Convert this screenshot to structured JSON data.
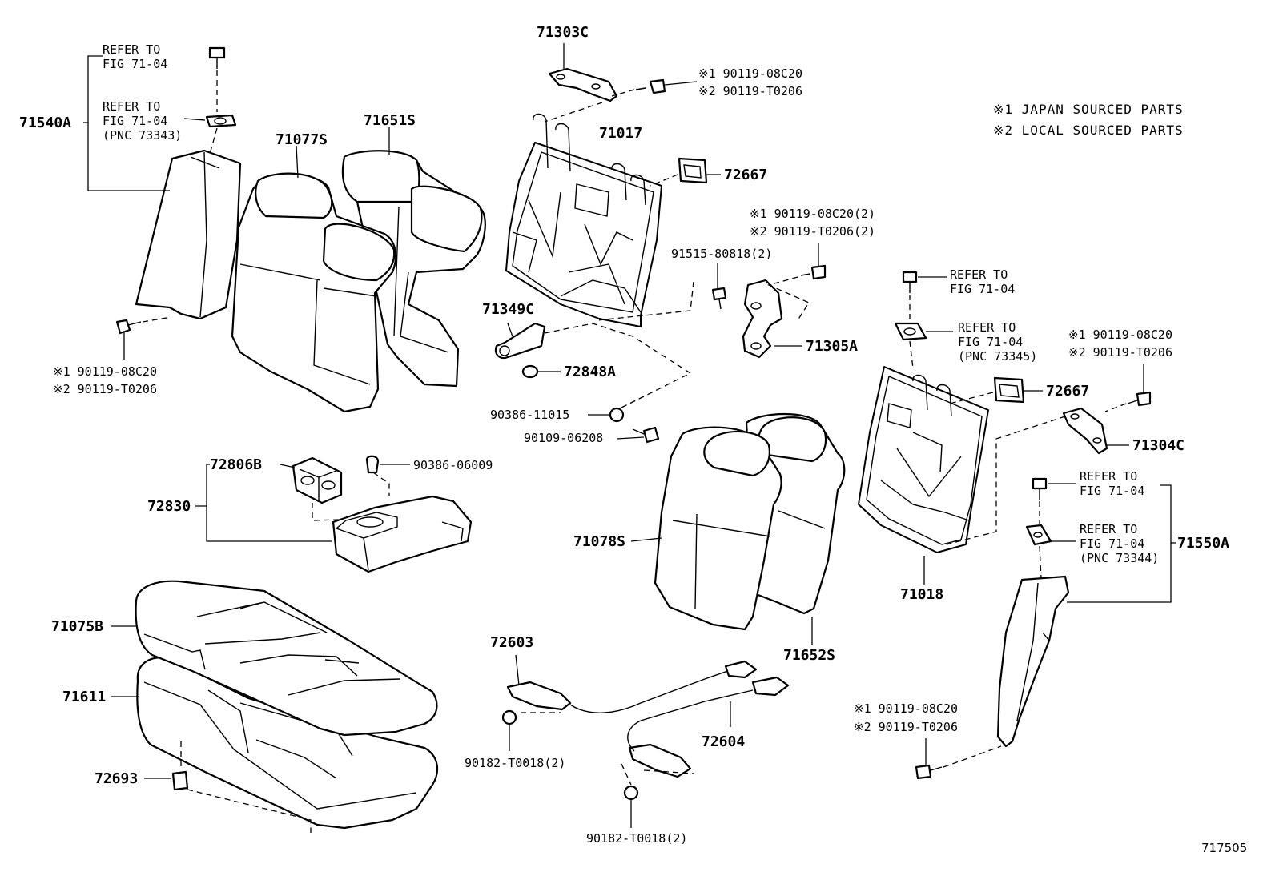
{
  "legend": {
    "mark1": "※1 JAPAN SOURCED PARTS",
    "mark2": "※2 LOCAL SOURCED PARTS"
  },
  "illustration_number": "717505",
  "callouts": {
    "p71303C": "71303C",
    "p71017": "71017",
    "p72667_top": "72667",
    "p72667_right": "72667",
    "p71540A": "71540A",
    "p71077S": "71077S",
    "p71651S": "71651S",
    "p71349C": "71349C",
    "p72848A": "72848A",
    "p71305A": "71305A",
    "p72806B": "72806B",
    "p72830": "72830",
    "p71078S": "71078S",
    "p71018": "71018",
    "p71304C": "71304C",
    "p71550A": "71550A",
    "p71075B": "71075B",
    "p71611": "71611",
    "p72693": "72693",
    "p72603": "72603",
    "p72604": "72604",
    "p71652S": "71652S"
  },
  "notes": {
    "refer_top_1": "REFER TO",
    "refer_top_2": "FIG 71-04",
    "refer_mid_1": "REFER TO",
    "refer_mid_2": "FIG 71-04",
    "refer_mid_3": "(PNC 73343)",
    "bolt_left_1": "※1 90119-08C20",
    "bolt_left_2": "※2 90119-T0206",
    "bolt_top_1": "※1 90119-08C20",
    "bolt_top_2": "※2 90119-T0206",
    "hinge_1": "※1 90119-08C20(2)",
    "hinge_2": "※2 90119-T0206(2)",
    "screw_91515": "91515-80818(2)",
    "nut_90386_11015": "90386-11015",
    "bolt_90109": "90109-06208",
    "clip_90386_06009": "90386-06009",
    "refer_r1_1": "REFER TO",
    "refer_r1_2": "FIG 71-04",
    "refer_r2_1": "REFER TO",
    "refer_r2_2": "FIG 71-04",
    "refer_r2_3": "(PNC 73345)",
    "bolt_right_1": "※1 90119-08C20",
    "bolt_right_2": "※2 90119-T0206",
    "refer_r3_1": "REFER TO",
    "refer_r3_2": "FIG 71-04",
    "refer_r4_1": "REFER TO",
    "refer_r4_2": "FIG 71-04",
    "refer_r4_3": "(PNC 73344)",
    "bolt_br_1": "※1 90119-08C20",
    "bolt_br_2": "※2 90119-T0206",
    "nut_cable_1": "90182-T0018(2)",
    "nut_cable_2": "90182-T0018(2)"
  }
}
